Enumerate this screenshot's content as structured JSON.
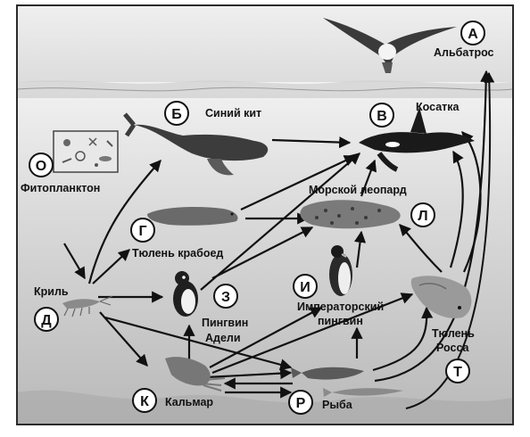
{
  "organisms": {
    "a_label": "Альбатрос",
    "b_label": "Синий кит",
    "v_label": "Косатка",
    "o_label": "Фитопланктон",
    "g_label": "Тюлень крабоед",
    "l_label": "Морской леопард",
    "d_label": "Криль",
    "z_label1": "Пингвин",
    "z_label2": "Адели",
    "i_label1": "Императорский",
    "i_label2": "пингвин",
    "t_label1": "Тюлень",
    "t_label2": "Росса",
    "k_label": "Кальмар",
    "r_label": "Рыба"
  },
  "letters": {
    "a": "А",
    "b": "Б",
    "v": "В",
    "o": "О",
    "g": "Г",
    "l": "Л",
    "d": "Д",
    "z": "З",
    "i": "И",
    "t": "Т",
    "k": "К",
    "r": "Р"
  }
}
